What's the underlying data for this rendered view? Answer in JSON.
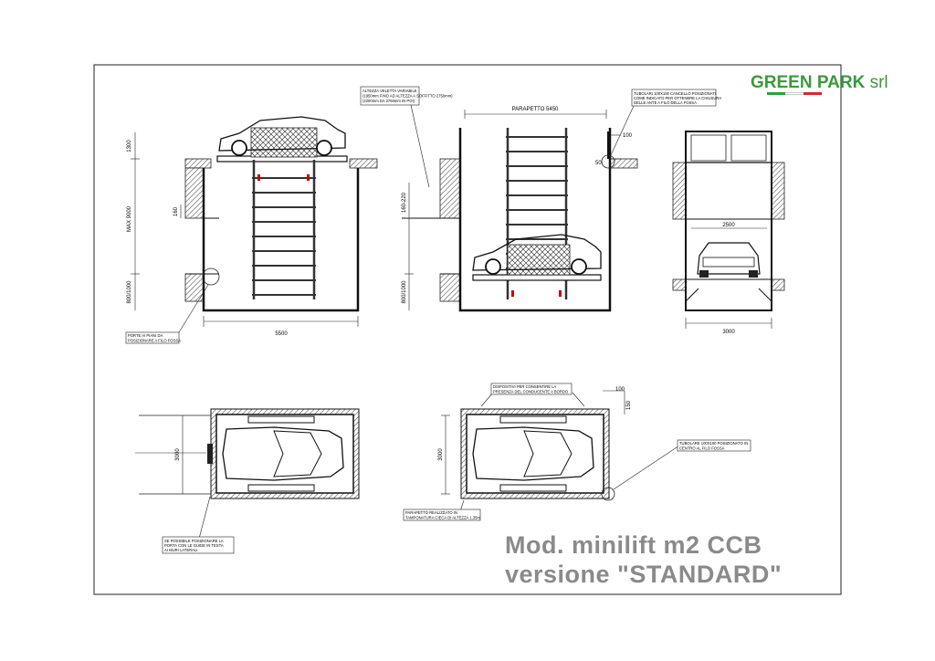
{
  "brand": {
    "green": "GREEN",
    "park": "PARK",
    "srl": "srl",
    "flag_colors": [
      "#2e9e3a",
      "#ffffff",
      "#d62828"
    ],
    "text_color": "#3a9a3a"
  },
  "title": {
    "line1": "Mod. minilift m2 CCB",
    "line2": "versione \"STANDARD\""
  },
  "notes": {
    "altezza": [
      "ALTEZZA VELETTA VARIABILE",
      "(1950mm FINO AD ALTEZZA A SOFFITTO 2750mm)",
      "(2200mm DA 2750mm IN POI)"
    ],
    "tubolari_top": [
      "TUBOLARI 100X100 CANCELLO POSIZIONATI",
      "COME INDICATO PER OTTENERE LA CHIUSURA",
      "DELLE ANTE A FILO DELLA FOSSA"
    ],
    "porte": [
      "PORTE AI PIANI DA",
      "POSIZIONARE A FILO FOSSA"
    ],
    "dispositivi": [
      "DISPOSITIVI PER CONSENTIRE LA",
      "PRESENZA DEL CONDUCENTE A BORDO"
    ],
    "tubolare_bottom": [
      "TUBOLARE 100X100 POSIZIONATO IN",
      "CENTRO AL FILO FOSSA"
    ],
    "parapetto_note": [
      "PARAPETTO REALIZZATO IN",
      "TAMPONATURA CIECA DI ALTEZZA 1,35m"
    ],
    "possibile": [
      "SE POSSIBILE POSIZIONARE LA",
      "PORTA CON LE GUIDE IN TESTA",
      "AI MURI LATERALI"
    ]
  },
  "dims": {
    "d1300": "1300",
    "max9000": "MAX 9000",
    "d160": "160",
    "d800_left": "800/1000",
    "d5500": "5500",
    "parapetto": "PARAPETTO 5450",
    "d100_top": "100",
    "d50": "50",
    "d160_220": "160-220",
    "d800_mid": "800/1000",
    "d2500": "2500",
    "d3000_right": "3000",
    "d3000_bl": "3000",
    "d100_br": "100",
    "d150": "150",
    "d3000_br": "3000"
  },
  "colors": {
    "line": "#1a1a1a",
    "hatch": "#555555",
    "ladder": "#333333",
    "accent_red": "#cc0000",
    "title_gray": "#8a8a8a"
  }
}
